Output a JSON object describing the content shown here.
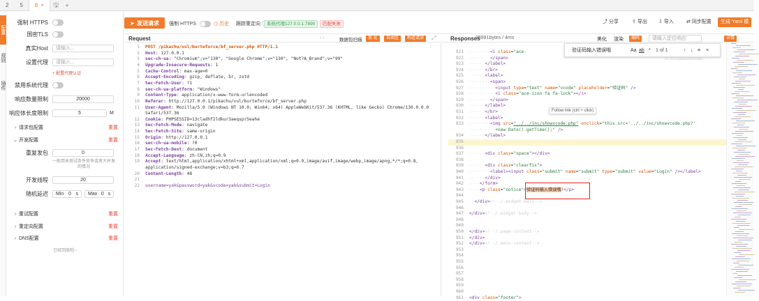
{
  "tabs": [
    {
      "label": "2",
      "active": false
    },
    {
      "label": "5",
      "active": false
    },
    {
      "label": "6",
      "active": true
    }
  ],
  "left_strip": {
    "active_label": "配置",
    "vtabs": [
      "规则",
      "插件"
    ]
  },
  "sidebar": {
    "force_https": "强制 HTTPS",
    "gm_tls": "国密TLS",
    "real_host": {
      "label": "真实Host",
      "placeholder": "请输入..."
    },
    "proxy": {
      "label": "设置代理",
      "placeholder": "请输入..."
    },
    "proxy_auth_link": "+ 配置代理认证",
    "disable_sys_proxy": "禁用系统代理",
    "resp_limit": {
      "label": "响应数量限制",
      "value": "20000"
    },
    "body_limit": {
      "label": "响应体长度限制",
      "value": "5",
      "unit": "M"
    },
    "sections": {
      "rules": {
        "label": "请求包配置",
        "reset": "重置"
      },
      "send": {
        "label": "开发配置",
        "reset": "重置"
      },
      "redirect_cfg": {
        "label": "重试配置",
        "reset": "重置"
      },
      "redirect": {
        "label": "重定向配置",
        "reset": "重置"
      },
      "dns": {
        "label": "DNS配置",
        "reset": "重置"
      }
    },
    "repeat": {
      "label": "重复发包",
      "value": "0",
      "hint": "一般用来测试条件竞争或者大并发的情况"
    },
    "threads": {
      "label": "开发线程",
      "value": "20"
    },
    "delay": {
      "label": "随机延迟",
      "min_label": "Min",
      "min_value": "0",
      "min_unit": "s",
      "max_label": "Max",
      "max_value": "0",
      "max_unit": "s"
    },
    "bottom_hint": "已经到底啦~"
  },
  "request_toolbar": {
    "send": "发送请求",
    "force_https": "强制 HTTPS",
    "history": "历史",
    "follow_redirect": "跟踪重定向",
    "sys_proxy": "系统代理127.0.0.1:7890",
    "match_fail": "匹配失败"
  },
  "request_header": {
    "title": "Request",
    "beautify_label": "数据包扫描",
    "btn1": "美 化",
    "btn2": "自由区",
    "btn3": "构造请求"
  },
  "request_lines": [
    {
      "n": "1",
      "kind": "start",
      "text": "POST /pikachu/vul/burteforce/bf_server.php HTTP/1.1"
    },
    {
      "n": "2",
      "kind": "hdr",
      "k": "Host",
      "v": ": 127.0.0.1"
    },
    {
      "n": "3",
      "kind": "hdr",
      "k": "sec-ch-ua",
      "v": ": \"Chromium\";v=\"130\", \"Google Chrome\";v=\"130\", \"Not?A_Brand\";v=\"99\""
    },
    {
      "n": "4",
      "kind": "hdr",
      "k": "Upgrade-Insecure-Requests",
      "v": ": 1"
    },
    {
      "n": "5",
      "kind": "hdr",
      "k": "Cache-Control",
      "v": ": max-age=0"
    },
    {
      "n": "6",
      "kind": "hdr",
      "k": "Accept-Encoding",
      "v": ": gzip, deflate, br, zstd"
    },
    {
      "n": "7",
      "kind": "hdr",
      "k": "Sec-Fetch-User",
      "v": ": ?1"
    },
    {
      "n": "8",
      "kind": "hdr",
      "k": "sec-ch-ua-platform",
      "v": ": \"Windows\""
    },
    {
      "n": "9",
      "kind": "hdr",
      "k": "Content-Type",
      "v": ": application/x-www-form-urlencoded"
    },
    {
      "n": "10",
      "kind": "hdr",
      "k": "Referer",
      "v": ": http://127.0.0.1/pikachu/vul/burteforce/bf_server.php"
    },
    {
      "n": "11",
      "kind": "hdr",
      "k": "User-Agent",
      "v": ": Mozilla/5.0 (Windows NT 10.0; Win64; x64) AppleWebKit/537.36 (KHTML, like Gecko) Chrome/130.0.0.0"
    },
    {
      "n": "",
      "kind": "cont",
      "v": "Safari/537.36"
    },
    {
      "n": "12",
      "kind": "hdr",
      "k": "Cookie",
      "v": ": PHPSESSID=13cladhf2ldkur3aeqspr5eahe"
    },
    {
      "n": "13",
      "kind": "hdr",
      "k": "Sec-Fetch-Mode",
      "v": ": navigate"
    },
    {
      "n": "14",
      "kind": "hdr",
      "k": "Sec-Fetch-Site",
      "v": ": same-origin"
    },
    {
      "n": "15",
      "kind": "hdr",
      "k": "Origin",
      "v": ": http://127.0.0.1"
    },
    {
      "n": "16",
      "kind": "hdr",
      "k": "sec-ch-ua-mobile",
      "v": ": ?0"
    },
    {
      "n": "17",
      "kind": "hdr",
      "k": "Sec-Fetch-Dest",
      "v": ": document"
    },
    {
      "n": "18",
      "kind": "hdr",
      "k": "Accept-Language",
      "v": ": zh-CN,zh;q=0.9"
    },
    {
      "n": "19",
      "kind": "hdr",
      "k": "Accept",
      "v": ": text/html,application/xhtml+xml,application/xml;q=0.9,image/avif,image/webp,image/apng,*/*;q=0.8,"
    },
    {
      "n": "",
      "kind": "cont",
      "v": "application/signed-exchange;v=b3;q=0.7"
    },
    {
      "n": "20",
      "kind": "hdr",
      "k": "Content-Length",
      "v": ": 48"
    },
    {
      "n": "21",
      "kind": "blank",
      "v": ""
    },
    {
      "n": "22",
      "kind": "body",
      "v": "username=yak&password=yak&vcode=yak&submit=Login"
    }
  ],
  "response_toolbar": {
    "share": "分享",
    "export": "导出",
    "import": "导入",
    "sync": "同步配置",
    "yaml": "生成 Yaml 模"
  },
  "response_header": {
    "title": "Responses",
    "size": "35991bytes / 4ms",
    "btn_beautify": "美化",
    "btn_render": "渲染",
    "btn_encode": "编码",
    "search_placeholder": "请输入定位响应",
    "btn_detail": "详情"
  },
  "find_widget": {
    "query": "验证码输入错误哦",
    "aa": "Aa",
    "ab": "ab",
    "regex": ".*",
    "count": "1 of 1",
    "up": "↑",
    "down": "↓",
    "menu": "≡",
    "close": "×",
    "hint": "27.0.0.1/pikachu/vul/b..."
  },
  "tooltip": "Follow link (ctrl + click)",
  "response_lines": [
    {
      "n": "921",
      "html": "<span class='guide'>········</span><span class='tag'>&lt;i</span> <span class='attr'>class</span>=<span class='str'>\"ace-</span>"
    },
    {
      "n": "922",
      "html": "<span class='guide'>········</span><span class='tag'>&lt;/span&gt;</span>"
    },
    {
      "n": "923",
      "html": "<span class='guide'>······</span><span class='tag'>&lt;/label&gt;</span>"
    },
    {
      "n": "924",
      "html": "<span class='guide'>······</span><span class='tag'>&lt;/br&gt;</span>"
    },
    {
      "n": "925",
      "html": "<span class='guide'>······</span><span class='tag'>&lt;label&gt;</span>"
    },
    {
      "n": "926",
      "html": "<span class='guide'>········</span><span class='tag'>&lt;span&gt;</span>"
    },
    {
      "n": "927",
      "html": "<span class='guide'>··········</span><span class='tag'>&lt;input</span> <span class='attr'>type</span>=<span class='str'>\"text\"</span> <span class='attr'>name</span>=<span class='str'>\"vcode\"</span> <span class='attr'>placeholder</span>=<span class='str'>\"验证码\"</span> <span class='tag'>/&gt;</span>"
    },
    {
      "n": "928",
      "html": "<span class='guide'>··········</span><span class='tag'>&lt;i</span> <span class='attr'>class</span>=<span class='str'>\"ace-icon fa fa-lock\"</span><span class='tag'>&gt;&lt;/i&gt;</span>"
    },
    {
      "n": "929",
      "html": "<span class='guide'>········</span><span class='tag'>&lt;/span&gt;</span>"
    },
    {
      "n": "930",
      "html": "<span class='guide'>······</span><span class='tag'>&lt;/label&gt;</span>"
    },
    {
      "n": "931",
      "html": "<span class='guide'>······</span><span class='tag'>&lt;/br&gt;</span>"
    },
    {
      "n": "932",
      "html": "<span class='guide'>······</span><span class='tag'>&lt;label&gt;</span>"
    },
    {
      "n": "933",
      "html": "<span class='guide'>········</span><span class='tag'>&lt;img</span> <span class='attr'>src</span>=<span class='str' style='text-decoration:underline'>\"../../inc/showvcode.php\"</span> <span class='attr'>onclick</span>=<span class='str'>\"this.src='../../inc/showvcode.php?'</span>"
    },
    {
      "n": "",
      "html": "<span class='guide'>··········</span><span class='str'>+new Date().getTime();\"</span> <span class='tag'>/&gt;</span>"
    },
    {
      "n": "934",
      "html": "<span class='guide'>······</span><span class='tag'>&lt;/label&gt;</span>"
    },
    {
      "n": "935",
      "html": "",
      "hl": true
    },
    {
      "n": "936",
      "html": ""
    },
    {
      "n": "937",
      "html": "<span class='guide'>······</span><span class='tag'>&lt;div</span> <span class='attr'>class</span>=<span class='str'>\"space\"</span><span class='tag'>&gt;&lt;/div&gt;</span>"
    },
    {
      "n": "938",
      "html": ""
    },
    {
      "n": "939",
      "html": "<span class='guide'>······</span><span class='tag'>&lt;div</span> <span class='attr'>class</span>=<span class='str'>\"clearfix\"</span><span class='tag'>&gt;</span>"
    },
    {
      "n": "940",
      "html": "<span class='guide'>········</span><span class='tag'>&lt;label&gt;&lt;input</span> <span class='attr'>class</span>=<span class='str'>\"submit\"</span> <span class='attr'>name</span>=<span class='str'>\"submit\"</span> <span class='attr'>type</span>=<span class='str'>\"submit\"</span> <span class='attr'>value</span>=<span class='str'>\"Login\"</span> <span class='tag'>/&gt;&lt;/label&gt;</span>"
    },
    {
      "n": "941",
      "html": "<span class='guide'>······</span><span class='tag'>&lt;/div&gt;</span>"
    },
    {
      "n": "942",
      "html": "<span class='guide'>····</span><span class='tag'>&lt;/form&gt;</span>"
    },
    {
      "n": "943",
      "html": "<span class='guide'>····</span><span class='tag'>&lt;p</span> <span class='attr'>class</span>=<span class='str'>\"notice\"</span><span class='tag'>&gt;</span><span class='sel'>验证码输入错误哦</span>!<span class='tag'>&lt;/p&gt;</span>"
    },
    {
      "n": "944",
      "html": ""
    },
    {
      "n": "945",
      "html": "<span class='guide'>··</span><span class='tag'>&lt;/div&gt;</span><span class='guide'>&lt;!--/.widget-main--&gt;</span>"
    },
    {
      "n": "946",
      "html": ""
    },
    {
      "n": "947",
      "html": "<span class='tag'>&lt;/div&gt;</span><span class='guide'>&lt;!--/.widget-body--&gt;</span>"
    },
    {
      "n": "948",
      "html": ""
    },
    {
      "n": "949",
      "html": ""
    },
    {
      "n": "950",
      "html": "<span class='tag'>&lt;/div&gt;</span><span class='guide'>&lt;!--/.page-content--&gt;</span>"
    },
    {
      "n": "951",
      "html": "<span class='tag'>&lt;/div&gt;</span>"
    },
    {
      "n": "952",
      "html": "<span class='tag'>&lt;/div&gt;</span><span class='guide'>&lt;!--/.main-content--&gt;</span>"
    },
    {
      "n": "953",
      "html": ""
    },
    {
      "n": "954",
      "html": ""
    },
    {
      "n": "955",
      "html": ""
    },
    {
      "n": "956",
      "html": ""
    },
    {
      "n": "957",
      "html": ""
    },
    {
      "n": "958",
      "html": ""
    },
    {
      "n": "959",
      "html": ""
    },
    {
      "n": "960",
      "html": ""
    },
    {
      "n": "961",
      "html": "<span class='tag'>&lt;div</span> <span class='attr'>class</span>=<span class='str'>\"footer\"</span><span class='tag'>&gt;</span>"
    }
  ]
}
